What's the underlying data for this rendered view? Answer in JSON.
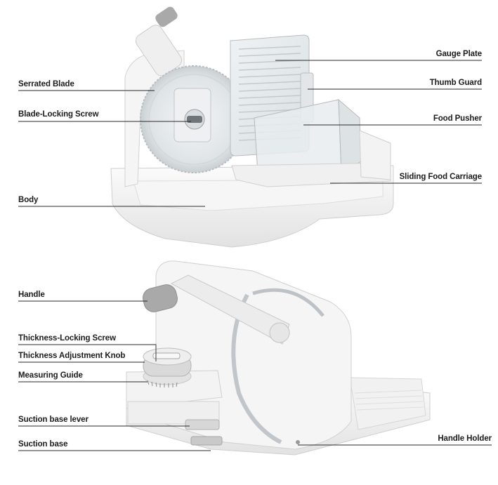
{
  "labels": {
    "gauge_plate": "Gauge Plate",
    "thumb_guard": "Thumb Guard",
    "food_pusher": "Food Pusher",
    "sliding_food_carriage": "Sliding Food Carriage",
    "serrated_blade": "Serrated Blade",
    "blade_locking_screw": "Blade-Locking Screw",
    "body": "Body",
    "handle": "Handle",
    "thickness_locking_screw": "Thickness-Locking Screw",
    "thickness_adjustment_knob": "Thickness Adjustment Knob",
    "measuring_guide": "Measuring Guide",
    "suction_base_lever": "Suction base lever",
    "suction_base": "Suction base",
    "handle_holder": "Handle Holder"
  },
  "colors": {
    "body": "#f4f4f4",
    "body_shade": "#dcdcdc",
    "handle_grip": "#a9a9a9",
    "clear_plastic": "#e6ebee",
    "line": "#2a2a2a",
    "label_text": "#1c1c1c"
  }
}
